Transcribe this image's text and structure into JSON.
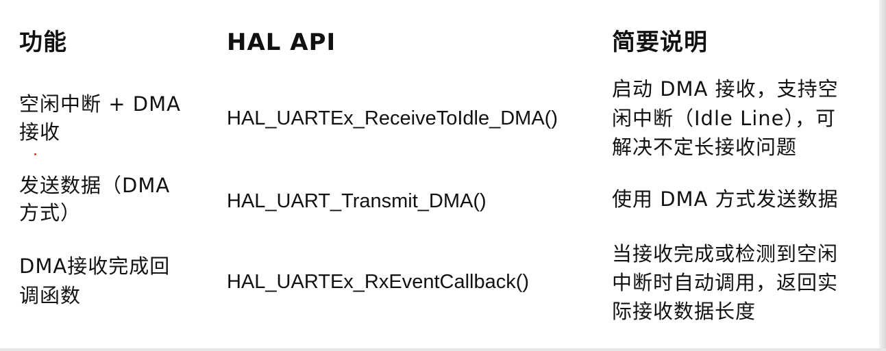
{
  "table": {
    "headers": {
      "function": "功能",
      "api": "HAL API",
      "description": "简要说明"
    },
    "rows": [
      {
        "function_lines": [
          "空闲中断 + DMA",
          "接收"
        ],
        "api": "HAL_UARTEx_ReceiveToIdle_DMA()",
        "description_lines": [
          "启动 DMA 接收，支持空",
          "闲中断（Idle Line），可",
          "解决不定长接收问题"
        ]
      },
      {
        "function_lines": [
          "发送数据（DMA",
          "方式）"
        ],
        "api": "HAL_UART_Transmit_DMA()",
        "description_lines": [
          "使用 DMA 方式发送数据"
        ]
      },
      {
        "function_lines": [
          "DMA接收完成回",
          "调函数"
        ],
        "api": "HAL_UARTEx_RxEventCallback()",
        "description_lines": [
          "当接收完成或检测到空闲",
          "中断时自动调用，返回实",
          "际接收数据长度"
        ]
      }
    ]
  },
  "colors": {
    "background": "#ffffff",
    "text": "#111111",
    "marker": "#c0392b"
  }
}
